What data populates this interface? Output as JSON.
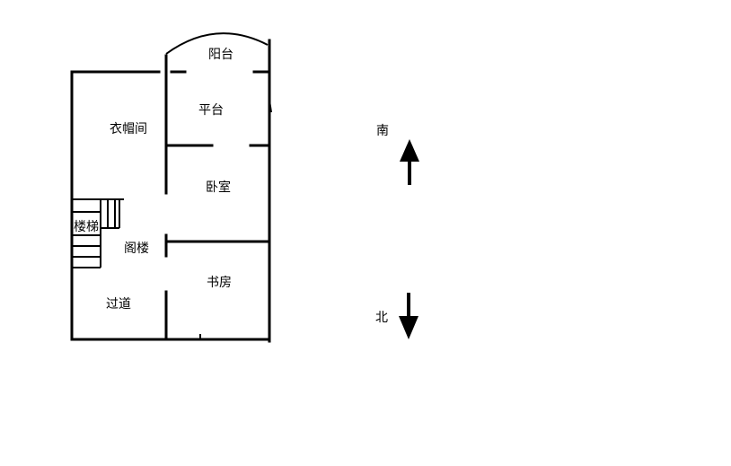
{
  "rooms": {
    "balcony": "阳台",
    "platform": "平台",
    "cloakroom": "衣帽间",
    "bedroom": "卧室",
    "stairs": "楼梯",
    "attic": "阁楼",
    "study": "书房",
    "corridor": "过道"
  },
  "compass": {
    "south": "南",
    "north": "北"
  }
}
